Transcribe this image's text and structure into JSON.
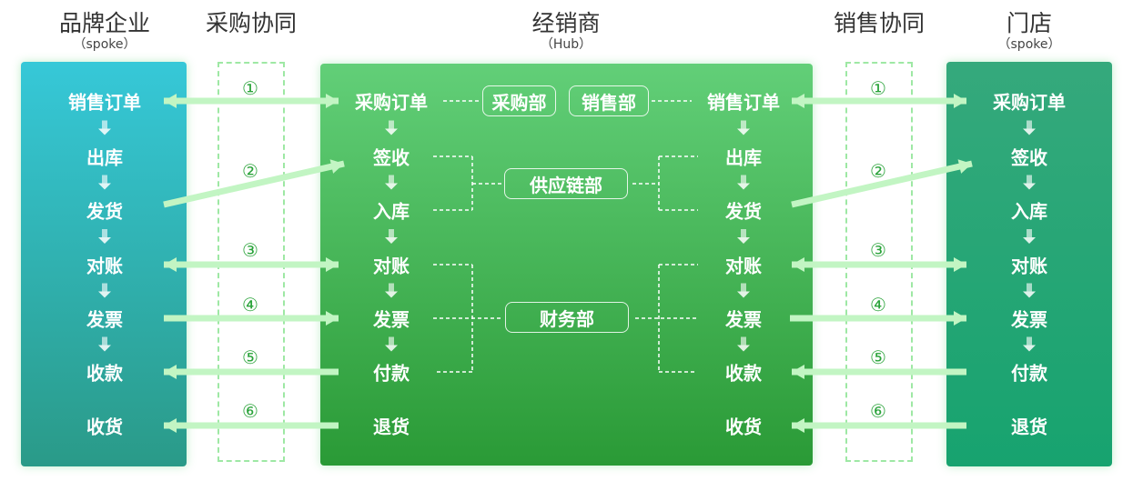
{
  "headers": {
    "brand": {
      "title": "品牌企业",
      "sub": "（spoke）"
    },
    "purchase_collab": "采购协同",
    "hub": {
      "title": "经销商",
      "sub": "（Hub）"
    },
    "sales_collab": "销售协同",
    "store": {
      "title": "门店",
      "sub": "（spoke）"
    }
  },
  "brand_steps": [
    "销售订单",
    "出库",
    "发货",
    "对账",
    "发票",
    "收款",
    "收货"
  ],
  "hub_left_steps": [
    "采购订单",
    "签收",
    "入库",
    "对账",
    "发票",
    "付款",
    "退货"
  ],
  "hub_right_steps": [
    "销售订单",
    "出库",
    "发货",
    "对账",
    "发票",
    "收款",
    "收货"
  ],
  "store_steps": [
    "采购订单",
    "签收",
    "入库",
    "对账",
    "发票",
    "付款",
    "退货"
  ],
  "departments": {
    "purchase": "采购部",
    "sales": "销售部",
    "supply_chain": "供应链部",
    "finance": "财务部"
  },
  "flow_numbers": [
    "①",
    "②",
    "③",
    "④",
    "⑤",
    "⑥"
  ],
  "colors": {
    "arrow": "#c2f5c3",
    "brand_top": "#36c8d8",
    "brand_bottom": "#2a9a88",
    "hub_top": "#62cf78",
    "hub_bottom": "#2a9a36",
    "store_top": "#35a97c",
    "store_bottom": "#17a36f"
  }
}
